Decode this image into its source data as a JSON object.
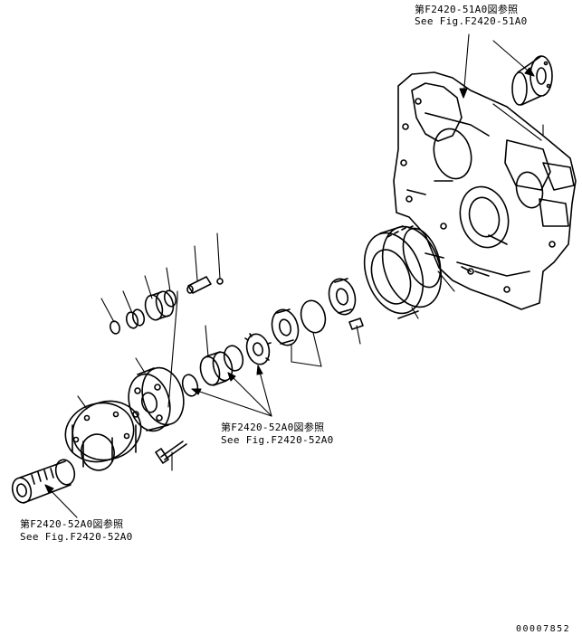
{
  "references": {
    "top_right": {
      "jp": "第F2420-51A0図参照",
      "en": "See Fig.F2420-51A0"
    },
    "middle": {
      "jp": "第F2420-52A0図参照",
      "en": "See Fig.F2420-52A0"
    },
    "bottom_left": {
      "jp": "第F2420-52A0図参照",
      "en": "See Fig.F2420-52A0"
    }
  },
  "part_number": "00007852",
  "colors": {
    "ink": "#000000",
    "paper": "#ffffff"
  }
}
